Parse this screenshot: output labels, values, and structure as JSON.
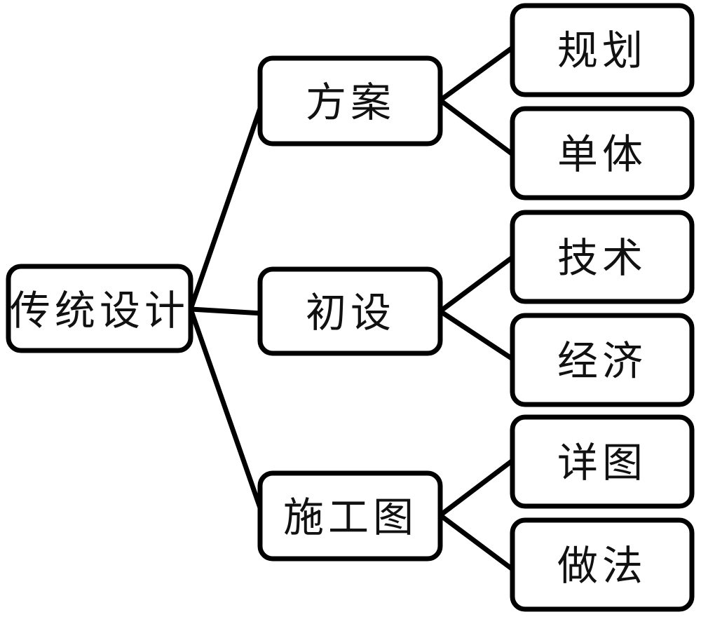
{
  "diagram": {
    "type": "tree-hierarchy",
    "orientation": "left-to-right",
    "title": "传统设计",
    "style": {
      "box_fill": "#ffffff",
      "box_stroke": "#000000",
      "line_stroke": "#000000",
      "text_color": "#111111",
      "background": "#ffffff"
    },
    "root": {
      "label": "传统设计",
      "name": "node-root-traditional-design"
    },
    "branches": [
      {
        "label": "方案",
        "name": "node-branch-scheme",
        "children": [
          {
            "label": "规划",
            "name": "node-leaf-planning"
          },
          {
            "label": "单体",
            "name": "node-leaf-single-building"
          }
        ]
      },
      {
        "label": "初设",
        "name": "node-branch-preliminary-design",
        "children": [
          {
            "label": "技术",
            "name": "node-leaf-technology"
          },
          {
            "label": "经济",
            "name": "node-leaf-economy"
          }
        ]
      },
      {
        "label": "施工图",
        "name": "node-branch-construction-drawing",
        "children": [
          {
            "label": "详图",
            "name": "node-leaf-detail-drawing"
          },
          {
            "label": "做法",
            "name": "node-leaf-practice"
          }
        ]
      }
    ]
  }
}
